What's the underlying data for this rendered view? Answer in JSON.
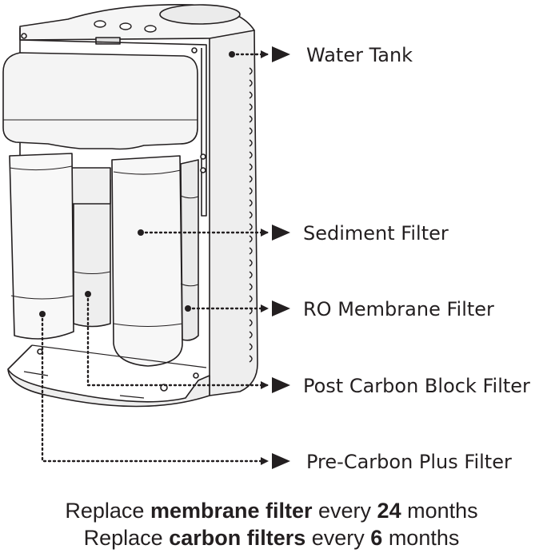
{
  "labels": {
    "water_tank": "Water Tank",
    "sediment_filter": "Sediment Filter",
    "ro_membrane_filter": "RO Membrane Filter",
    "post_carbon_block_filter": "Post Carbon Block Filter",
    "pre_carbon_plus_filter": "Pre-Carbon Plus Filter"
  },
  "notes": {
    "line1": {
      "prefix": "Replace ",
      "bold_item": "membrane filter",
      "middle": " every ",
      "bold_count": "24",
      "suffix": " months"
    },
    "line2": {
      "prefix": "Replace ",
      "bold_item": "carbon filters",
      "middle": " every ",
      "bold_count": "6",
      "suffix": " months"
    }
  },
  "colors": {
    "line": "#231f20",
    "body_fill": "#f2f2f2",
    "shade": "#e3e3e3"
  }
}
